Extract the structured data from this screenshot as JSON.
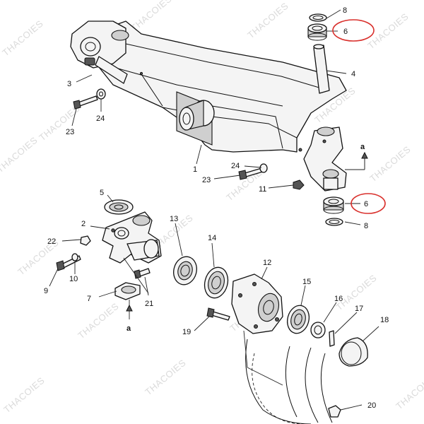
{
  "colors": {
    "highlight": "#d9302c",
    "watermark": "#b0b0b0",
    "line": "#111111"
  },
  "watermark_text": "THACOIES",
  "callouts": {
    "c8_top": "8",
    "c6_top": "6",
    "c4": "4",
    "c3": "3",
    "c24_top": "24",
    "c23_top": "23",
    "c1": "1",
    "c24_mid": "24",
    "c23_mid": "23",
    "c11": "11",
    "a_top": "a",
    "c5": "5",
    "c2": "2",
    "c22": "22",
    "c9": "9",
    "c10": "10",
    "c7": "7",
    "c21": "21",
    "a_bottom": "a",
    "c13": "13",
    "c14": "14",
    "c12": "12",
    "c15": "15",
    "c16": "16",
    "c17": "17",
    "c18": "18",
    "c19": "19",
    "c20": "20",
    "c6_bottom": "6",
    "c8_bottom": "8"
  }
}
